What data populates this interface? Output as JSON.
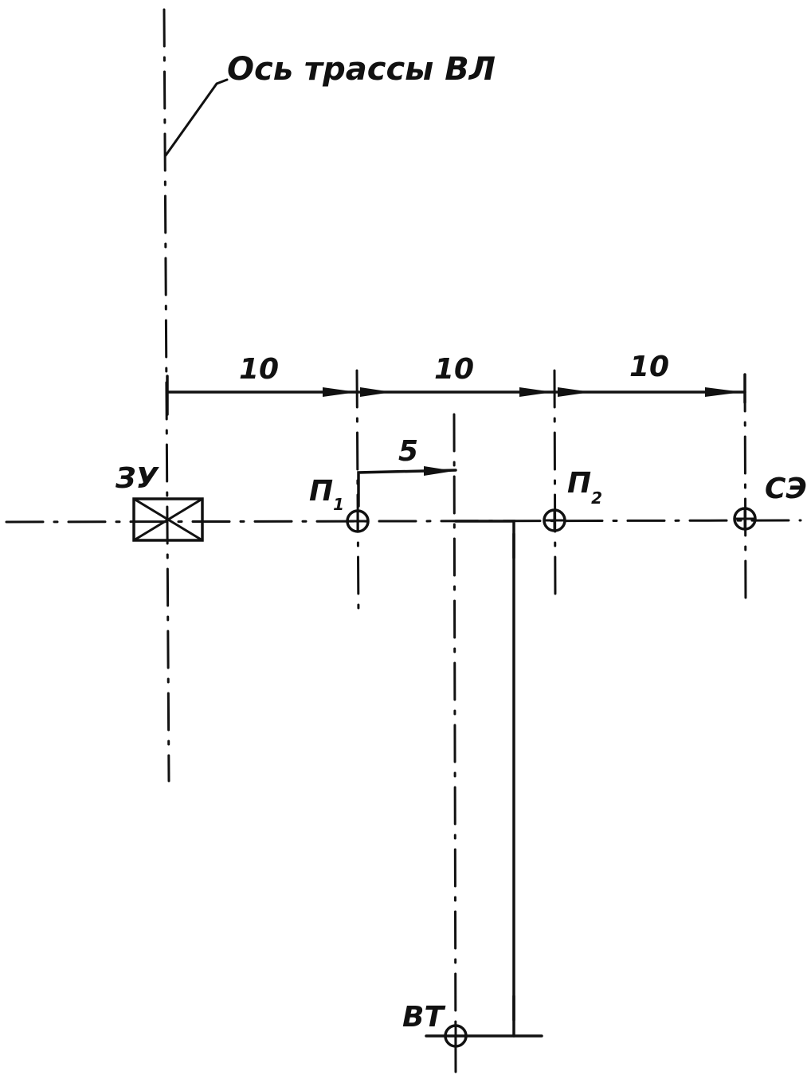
{
  "labels": {
    "axis_title": "Ось трассы ВЛ",
    "grounding_device": "ЗУ",
    "probe1_main": "П",
    "probe1_sub": "1",
    "probe2_main": "П",
    "probe2_sub": "2",
    "stationary_electrode": "СЭ",
    "test_point": "ВТ"
  },
  "dimensions": {
    "d1": "10",
    "d2": "10",
    "d3": "10",
    "d4": "5"
  }
}
